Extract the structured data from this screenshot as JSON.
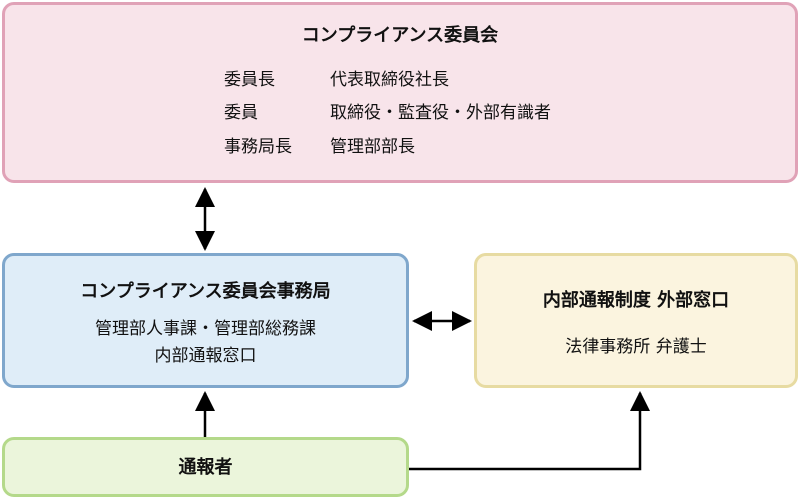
{
  "colors": {
    "committee_fill": "#F8E4EA",
    "committee_border": "#E0A2B7",
    "secretariat_fill": "#DFEDF8",
    "secretariat_border": "#7FA7CC",
    "external_fill": "#FBF4DF",
    "external_border": "#E7DBA2",
    "reporter_fill": "#EBF5DB",
    "reporter_border": "#B4D98A",
    "connector": "#000000"
  },
  "committee": {
    "title": "コンプライアンス委員会",
    "members": [
      {
        "role": "委員長",
        "name": "代表取締役社長"
      },
      {
        "role": "委員",
        "name": "取締役・監査役・外部有識者"
      },
      {
        "role": "事務局長",
        "name": "管理部部長"
      }
    ]
  },
  "secretariat": {
    "title": "コンプライアンス委員会事務局",
    "lines": [
      "管理部人事課・管理部総務課",
      "内部通報窓口"
    ]
  },
  "external": {
    "title": "内部通報制度 外部窓口",
    "lines": [
      "法律事務所 弁護士"
    ]
  },
  "reporter": {
    "title": "通報者"
  }
}
